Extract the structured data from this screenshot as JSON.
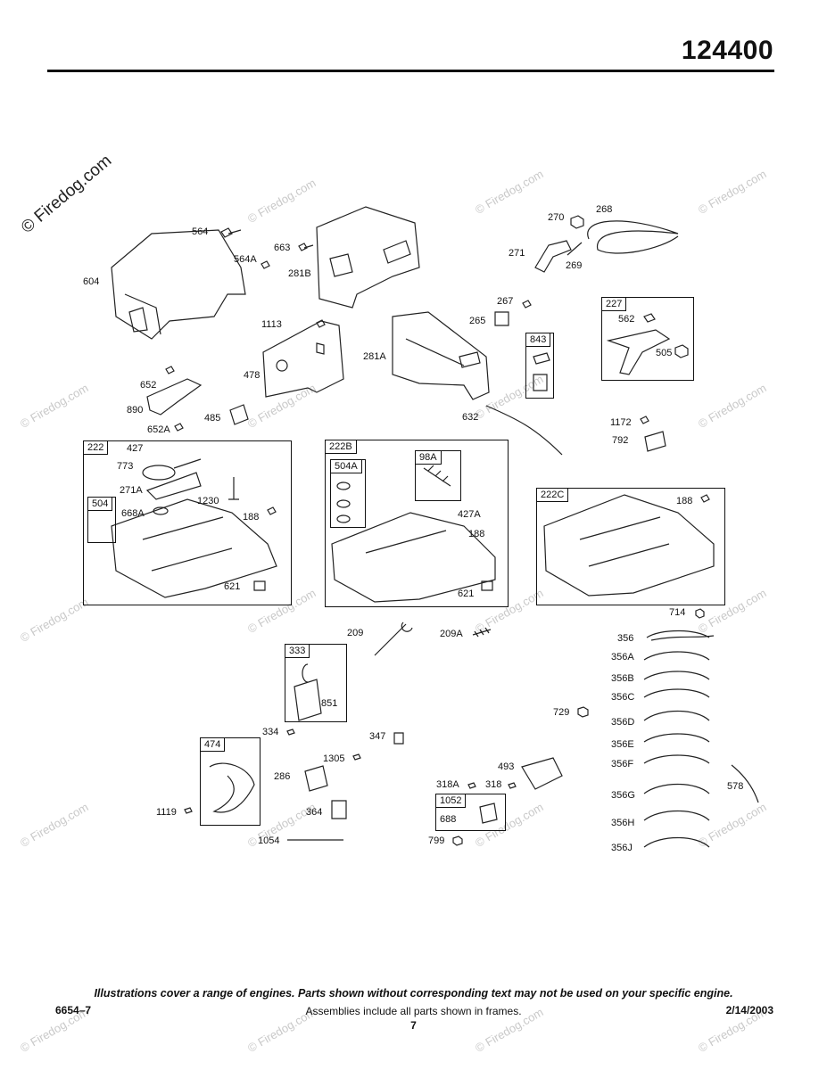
{
  "header": {
    "model_number": "124400"
  },
  "watermark": {
    "text": "© Firedog.com"
  },
  "parts": {
    "p564": "564",
    "p564A": "564A",
    "p663": "663",
    "p281B": "281B",
    "p604": "604",
    "p270": "270",
    "p268": "268",
    "p271": "271",
    "p269": "269",
    "p267": "267",
    "p265": "265",
    "p1113": "1113",
    "p478": "478",
    "p281A": "281A",
    "p843": "843",
    "p227": "227",
    "p562": "562",
    "p505": "505",
    "p652": "652",
    "p890": "890",
    "p485": "485",
    "p652A": "652A",
    "p632": "632",
    "p1172": "1172",
    "p792": "792",
    "p222": "222",
    "p427": "427",
    "p773": "773",
    "p271A": "271A",
    "p504": "504",
    "p1230": "1230",
    "p668A": "668A",
    "p188a": "188",
    "p621a": "621",
    "p222B": "222B",
    "p504A": "504A",
    "p98A": "98A",
    "p427A": "427A",
    "p188b": "188",
    "p621b": "621",
    "p222C": "222C",
    "p188c": "188",
    "p714": "714",
    "p356": "356",
    "p356A": "356A",
    "p356B": "356B",
    "p356C": "356C",
    "p356D": "356D",
    "p356E": "356E",
    "p356F": "356F",
    "p356G": "356G",
    "p356H": "356H",
    "p356J": "356J",
    "p209": "209",
    "p209A": "209A",
    "p333": "333",
    "p851": "851",
    "p729": "729",
    "p334": "334",
    "p347": "347",
    "p474": "474",
    "p1305": "1305",
    "p286": "286",
    "p1119": "1119",
    "p364": "364",
    "p1054": "1054",
    "p493": "493",
    "p318A": "318A",
    "p318": "318",
    "p1052": "1052",
    "p688": "688",
    "p799": "799",
    "p578": "578"
  },
  "footer": {
    "note": "Illustrations cover a range of engines. Parts shown without corresponding text may not be used on your specific engine.",
    "doc_number": "6654–7",
    "assemblies": "Assemblies include all parts shown in frames.",
    "date": "2/14/2003",
    "page": "7"
  }
}
